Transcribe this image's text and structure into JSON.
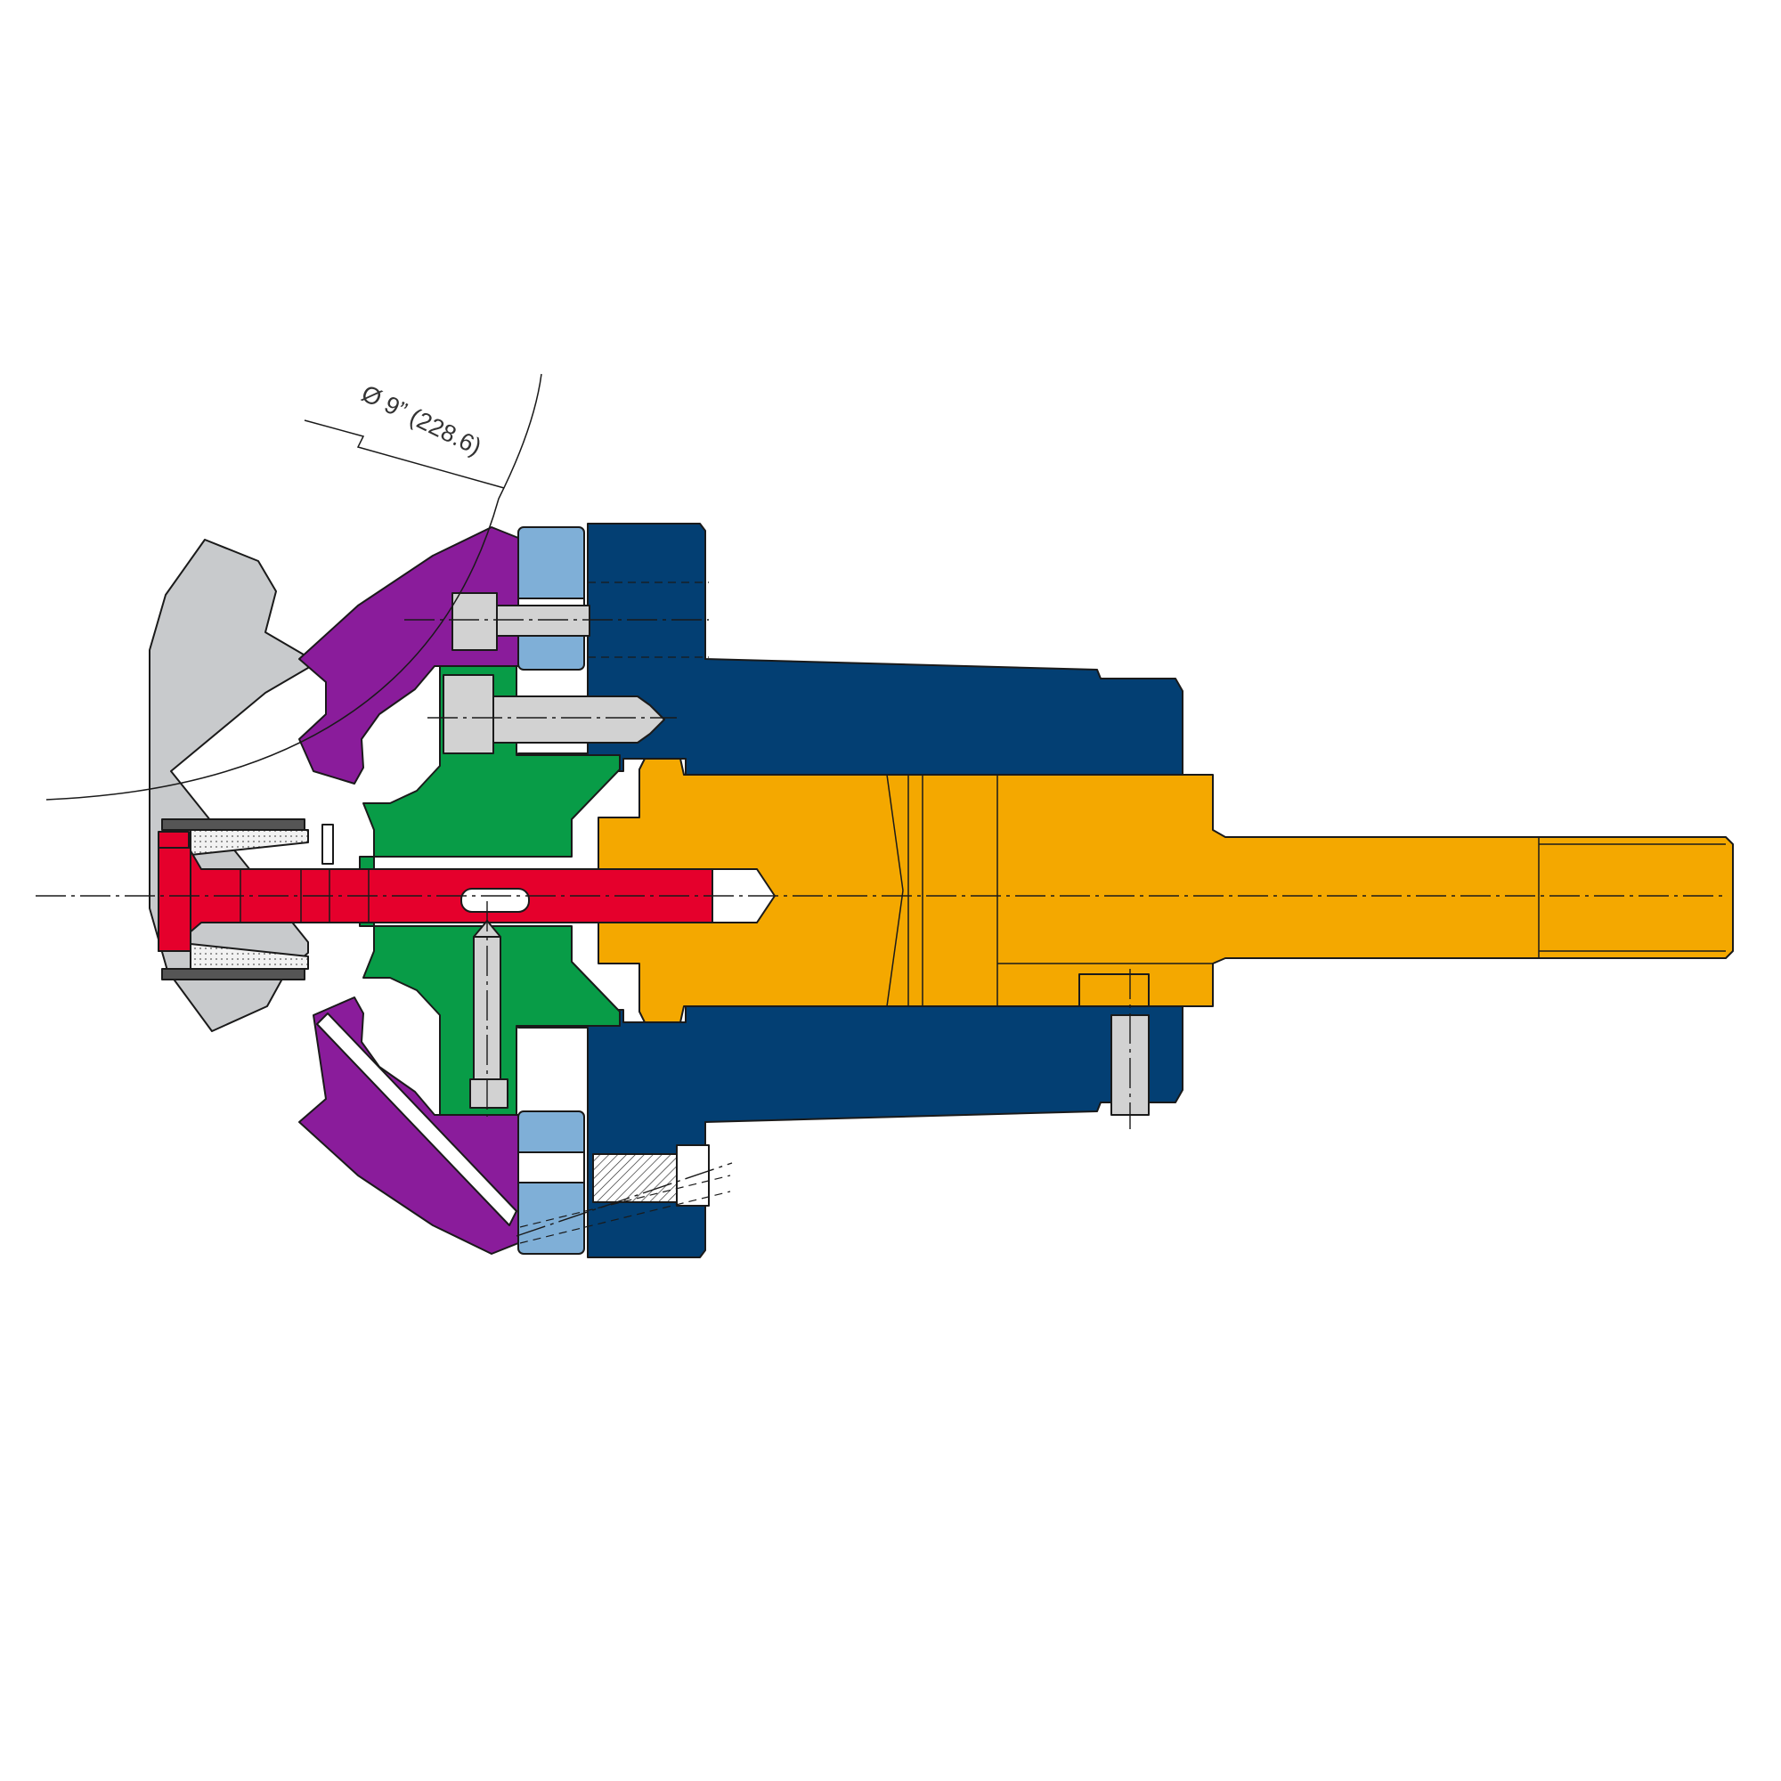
{
  "drawing": {
    "dimension_label": "Ø 9” (228.6)"
  },
  "parts": [
    {
      "name": "gear-workpiece",
      "color": "#c8cacc"
    },
    {
      "name": "purple-adapter",
      "color": "#8a1c9b"
    },
    {
      "name": "light-blue-ring",
      "color": "#7fafd7"
    },
    {
      "name": "navy-housing",
      "color": "#033f73"
    },
    {
      "name": "green-collet",
      "color": "#089c47"
    },
    {
      "name": "orange-arbor",
      "color": "#f4a800"
    },
    {
      "name": "red-drawbar",
      "color": "#e5002c"
    },
    {
      "name": "screws",
      "color": "#d2d2d2"
    }
  ]
}
